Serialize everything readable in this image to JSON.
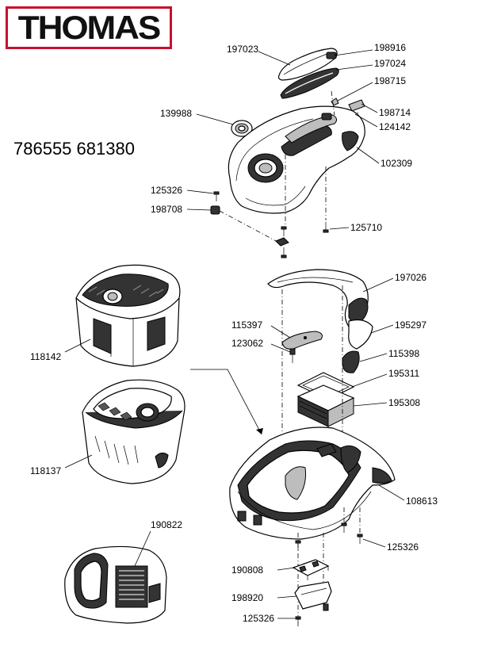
{
  "brand": {
    "name": "THOMAS"
  },
  "model_numbers": "786555 681380",
  "parts": [
    {
      "id": "197023"
    },
    {
      "id": "198916"
    },
    {
      "id": "197024"
    },
    {
      "id": "198715"
    },
    {
      "id": "198714"
    },
    {
      "id": "124142"
    },
    {
      "id": "139988"
    },
    {
      "id": "102309"
    },
    {
      "id": "125326"
    },
    {
      "id": "198708"
    },
    {
      "id": "125710"
    },
    {
      "id": "197026"
    },
    {
      "id": "115397"
    },
    {
      "id": "195297"
    },
    {
      "id": "123062"
    },
    {
      "id": "115398"
    },
    {
      "id": "195311"
    },
    {
      "id": "195308"
    },
    {
      "id": "118142"
    },
    {
      "id": "118137"
    },
    {
      "id": "108613"
    },
    {
      "id": "190822"
    },
    {
      "id": "125326"
    },
    {
      "id": "190808"
    },
    {
      "id": "198920"
    },
    {
      "id": "125326"
    }
  ],
  "colors": {
    "logo_border": "#c8102e",
    "ink": "#000000"
  }
}
